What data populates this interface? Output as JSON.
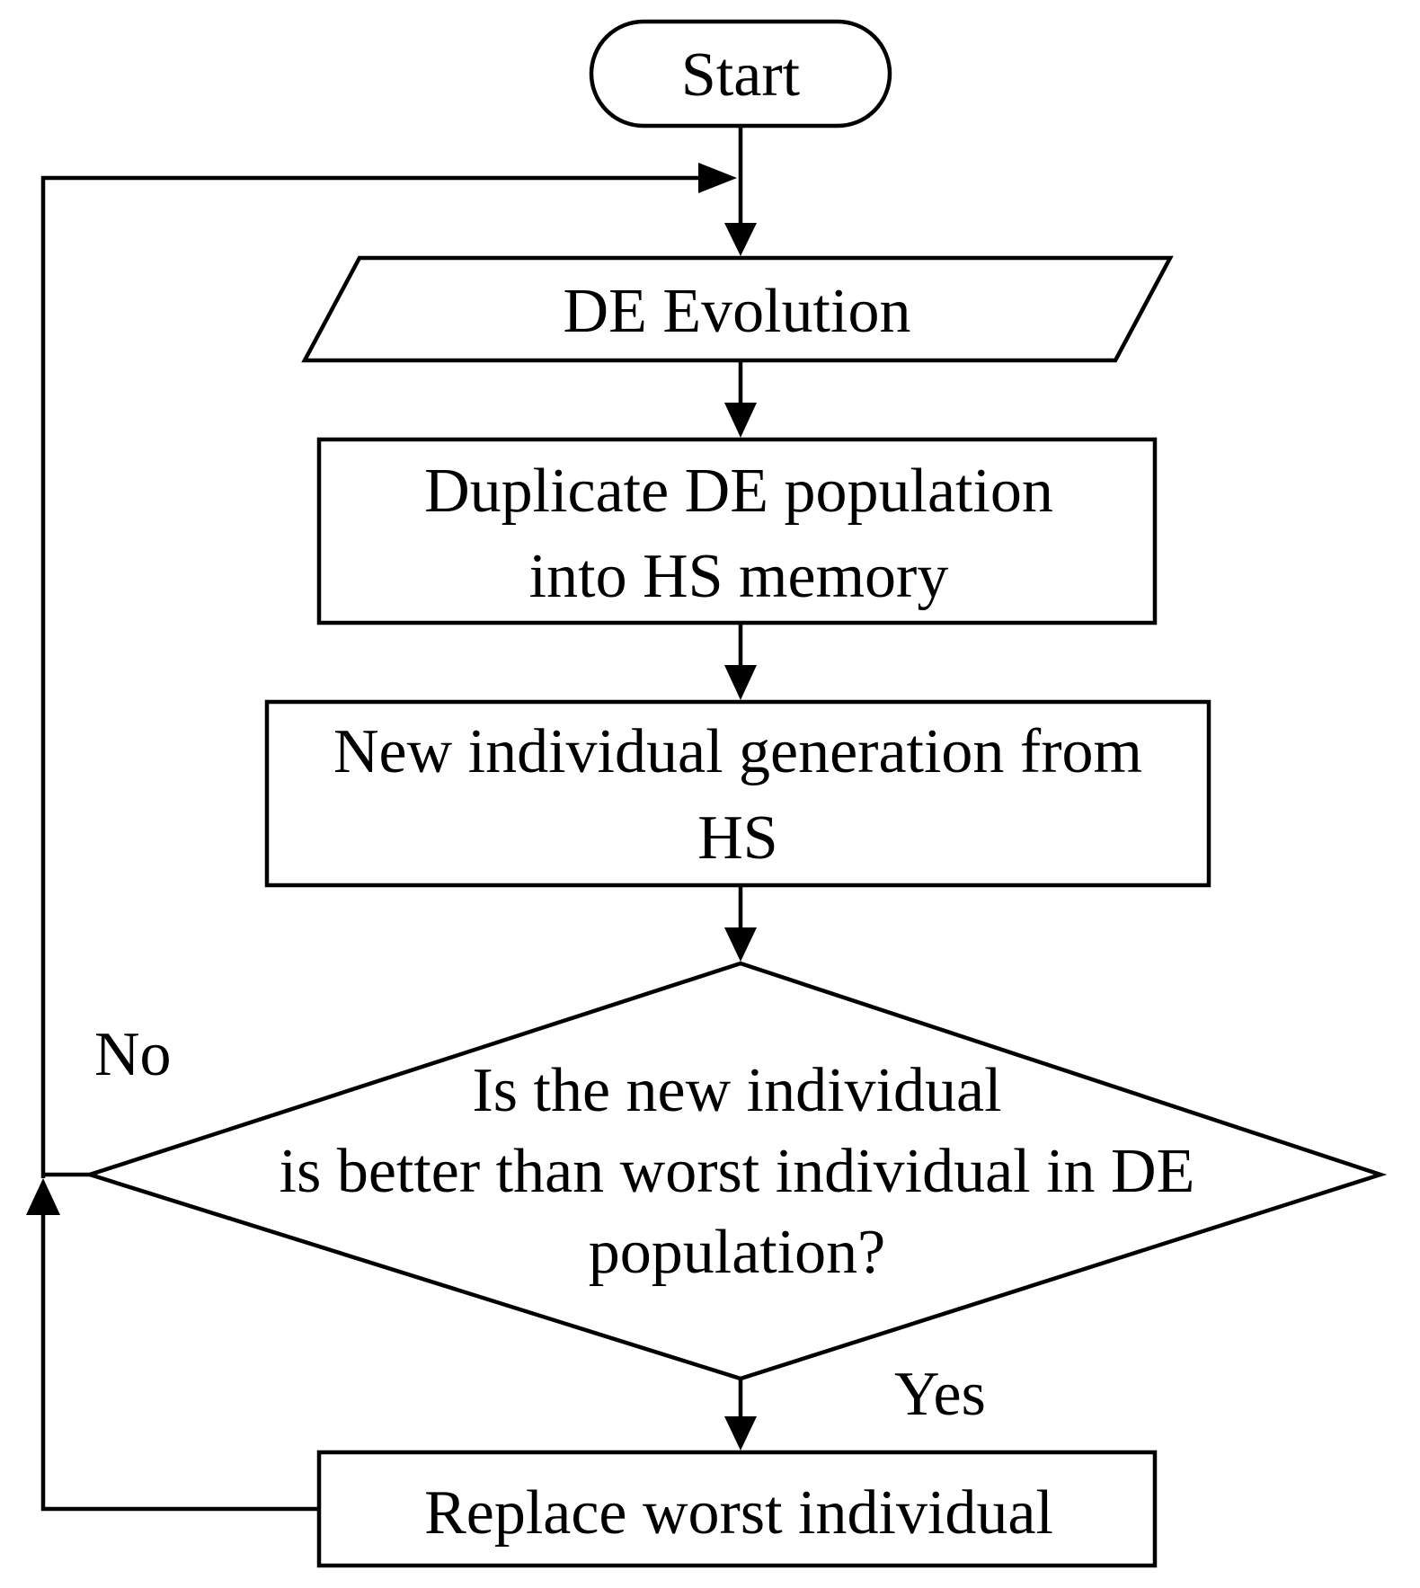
{
  "nodes": {
    "start": "Start",
    "de_evolution": "DE Evolution",
    "duplicate": [
      "Duplicate DE population",
      "into HS memory"
    ],
    "new_individual": [
      "New individual generation from",
      "HS"
    ],
    "decision": [
      "Is the new individual",
      "is better than worst individual in DE",
      "population?"
    ],
    "replace": "Replace worst individual"
  },
  "edges": {
    "no": "No",
    "yes": "Yes"
  }
}
